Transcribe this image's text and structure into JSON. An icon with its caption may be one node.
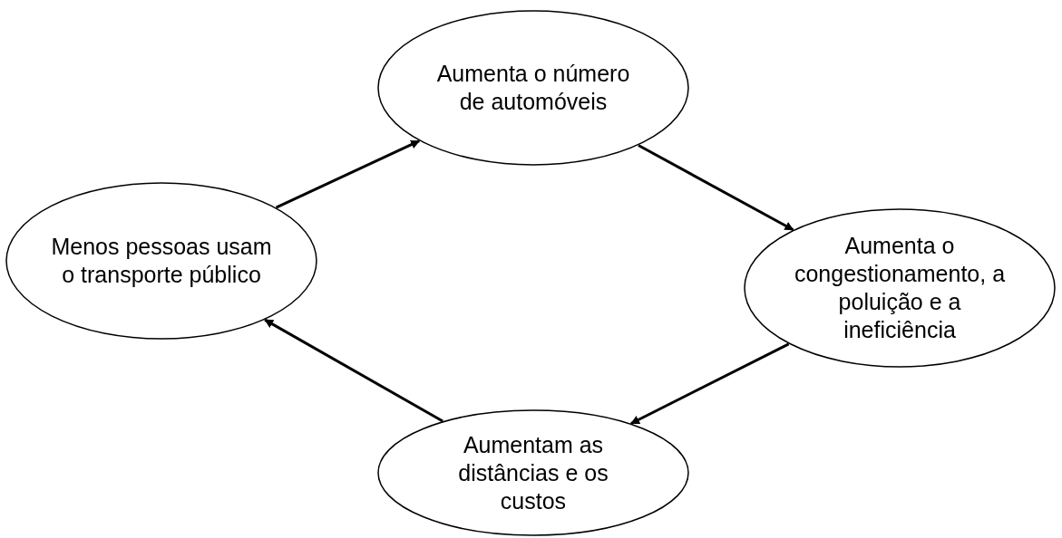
{
  "diagram": {
    "nodes": [
      {
        "text": [
          "Aumenta o número de automóveis"
        ]
      },
      {
        "text": [
          "Aumenta o congestionamento, a poluição e a ineficiência"
        ]
      },
      {
        "text": [
          "Aumentam as distâncias e os custos"
        ]
      },
      {
        "text": [
          "Menos pessoas usam o transporte público"
        ]
      }
    ],
    "edges": [
      {
        "from": 3,
        "to": 0,
        "arrow": "to"
      },
      {
        "from": 0,
        "to": 1,
        "arrow": "to"
      },
      {
        "from": 1,
        "to": 2,
        "arrow": "to"
      },
      {
        "from": 2,
        "to": 3,
        "arrow": "to"
      }
    ]
  }
}
